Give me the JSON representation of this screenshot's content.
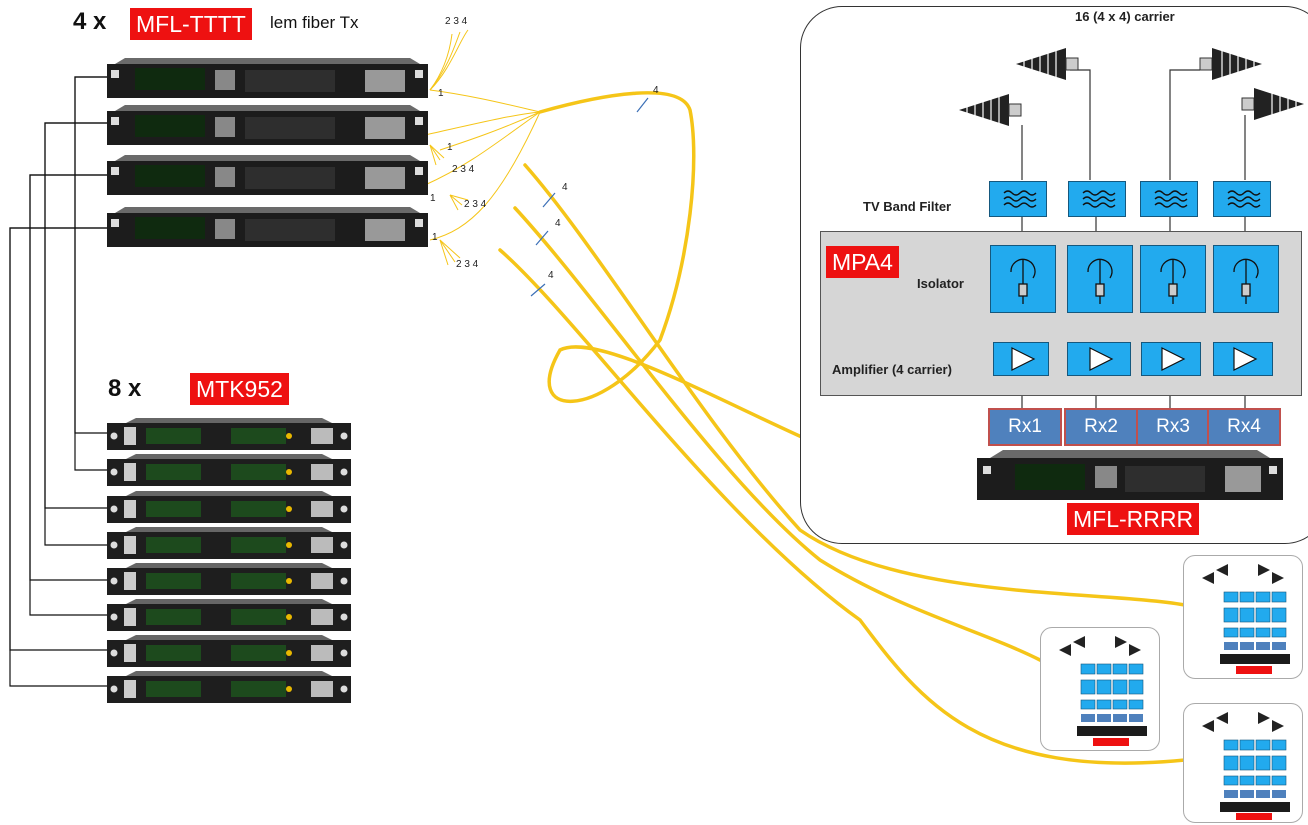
{
  "tx_group": {
    "count": "4 x",
    "model": "MFL-TTTT",
    "subtitle": "lem fiber Tx"
  },
  "mtk_group": {
    "count": "8 x",
    "model": "MTK952"
  },
  "fiber_labels": {
    "top_234": "2 3 4",
    "one": "1",
    "four": "4",
    "mid_234": "2 3 4"
  },
  "carrier": {
    "title": "16 (4 x 4) carrier",
    "tv_band_filter": "TV Band Filter",
    "mpa_label": "MPA4",
    "isolator": "Isolator",
    "amplifier": "Amplifier (4 carrier)",
    "receivers": [
      "Rx1",
      "Rx2",
      "Rx3",
      "Rx4"
    ],
    "rx_unit": "MFL-RRRR"
  },
  "colors": {
    "fiber": "#f5c518",
    "tag_red": "#ee1111",
    "component_blue": "#22aaee",
    "rx_blue": "#4f81bd",
    "panel_gray": "#d6d6d6"
  },
  "icons": [
    "antenna-icon",
    "wave-filter-icon",
    "isolator-icon",
    "amplifier-icon"
  ]
}
